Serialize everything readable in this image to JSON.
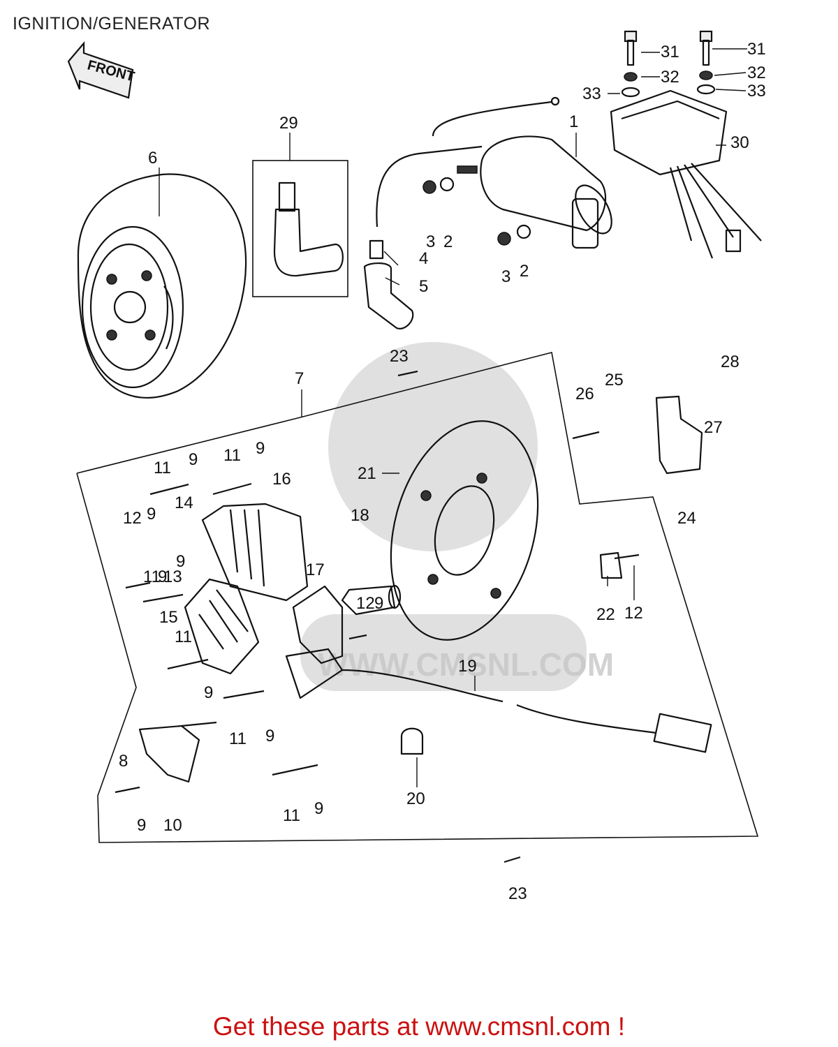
{
  "title": "IGNITION/GENERATOR",
  "front_label": "FRONT",
  "watermark": "WWW.CMSNL.COM",
  "footer": "Get these parts at www.cmsnl.com !",
  "callouts": [
    {
      "id": "c1",
      "text": "1"
    },
    {
      "id": "c2a",
      "text": "2"
    },
    {
      "id": "c2b",
      "text": "2"
    },
    {
      "id": "c3a",
      "text": "3"
    },
    {
      "id": "c3b",
      "text": "3"
    },
    {
      "id": "c4",
      "text": "4"
    },
    {
      "id": "c5",
      "text": "5"
    },
    {
      "id": "c6",
      "text": "6"
    },
    {
      "id": "c7",
      "text": "7"
    },
    {
      "id": "c8",
      "text": "8"
    },
    {
      "id": "c9a",
      "text": "9"
    },
    {
      "id": "c9b",
      "text": "9"
    },
    {
      "id": "c9c",
      "text": "9"
    },
    {
      "id": "c9d",
      "text": "9"
    },
    {
      "id": "c9e",
      "text": "9"
    },
    {
      "id": "c9f",
      "text": "9"
    },
    {
      "id": "c9g",
      "text": "9"
    },
    {
      "id": "c9h",
      "text": "9"
    },
    {
      "id": "c9i",
      "text": "9"
    },
    {
      "id": "c9j",
      "text": "9"
    },
    {
      "id": "c10",
      "text": "10"
    },
    {
      "id": "c11a",
      "text": "11"
    },
    {
      "id": "c11b",
      "text": "11"
    },
    {
      "id": "c11c",
      "text": "11"
    },
    {
      "id": "c11d",
      "text": "11"
    },
    {
      "id": "c11e",
      "text": "11"
    },
    {
      "id": "c11f",
      "text": "11"
    },
    {
      "id": "c12a",
      "text": "12"
    },
    {
      "id": "c12b",
      "text": "12"
    },
    {
      "id": "c12c",
      "text": "12"
    },
    {
      "id": "c13",
      "text": "13"
    },
    {
      "id": "c14",
      "text": "14"
    },
    {
      "id": "c15",
      "text": "15"
    },
    {
      "id": "c16",
      "text": "16"
    },
    {
      "id": "c17",
      "text": "17"
    },
    {
      "id": "c18",
      "text": "18"
    },
    {
      "id": "c19",
      "text": "19"
    },
    {
      "id": "c20",
      "text": "20"
    },
    {
      "id": "c21",
      "text": "21"
    },
    {
      "id": "c22",
      "text": "22"
    },
    {
      "id": "c23a",
      "text": "23"
    },
    {
      "id": "c23b",
      "text": "23"
    },
    {
      "id": "c24",
      "text": "24"
    },
    {
      "id": "c25",
      "text": "25"
    },
    {
      "id": "c26",
      "text": "26"
    },
    {
      "id": "c27",
      "text": "27"
    },
    {
      "id": "c28",
      "text": "28"
    },
    {
      "id": "c29",
      "text": "29"
    },
    {
      "id": "c30",
      "text": "30"
    },
    {
      "id": "c31a",
      "text": "31"
    },
    {
      "id": "c31b",
      "text": "31"
    },
    {
      "id": "c32a",
      "text": "32"
    },
    {
      "id": "c32b",
      "text": "32"
    },
    {
      "id": "c33a",
      "text": "33"
    },
    {
      "id": "c33b",
      "text": "33"
    }
  ]
}
